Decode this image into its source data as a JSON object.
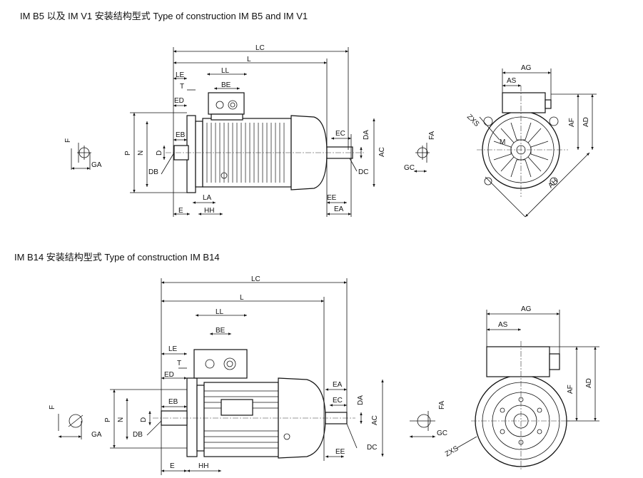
{
  "section1": {
    "title": "IM B5 以及 IM V1 安装结构型式   Type of construction IM B5 and IM V1"
  },
  "section2": {
    "title": "IM B14 安装结构型式   Type of construction IM B14"
  },
  "labels": {
    "LC": "LC",
    "L": "L",
    "LL": "LL",
    "BE": "BE",
    "LE": "LE",
    "T": "T",
    "ED": "ED",
    "EB": "EB",
    "P": "P",
    "N": "N",
    "D": "D",
    "DB": "DB",
    "F": "F",
    "GA": "GA",
    "LA": "LA",
    "E": "E",
    "HH": "HH",
    "EE": "EE",
    "EA": "EA",
    "EC": "EC",
    "DA": "DA",
    "DC": "DC",
    "AC": "AC",
    "FA": "FA",
    "GC": "GC",
    "AG": "AG",
    "AS": "AS",
    "AF": "AF",
    "AD": "AD",
    "AH": "AH",
    "ZXS": "ZXS",
    "M": "M"
  }
}
